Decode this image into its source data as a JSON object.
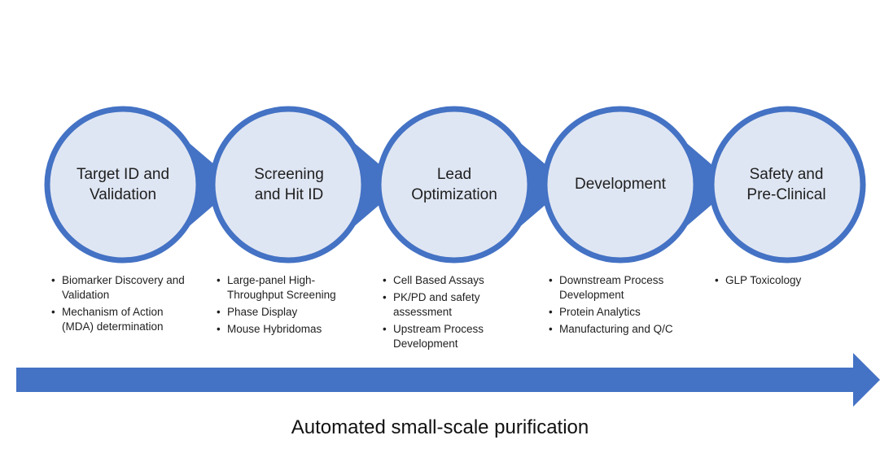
{
  "colors": {
    "stage_fill": "#dfe6f3",
    "stage_stroke": "#4472c4",
    "arrow": "#4472c4"
  },
  "stages": [
    {
      "title_lines": [
        "Target ID and",
        "Validation"
      ],
      "bullets": [
        "Biomarker Discovery and Validation",
        "Mechanism of Action (MDA) determination"
      ]
    },
    {
      "title_lines": [
        "Screening",
        "and Hit ID"
      ],
      "bullets": [
        "Large-panel High-Throughput Screening",
        "Phase Display",
        "Mouse Hybridomas"
      ]
    },
    {
      "title_lines": [
        "Lead",
        "Optimization"
      ],
      "bullets": [
        "Cell Based Assays",
        "PK/PD and safety assessment",
        "Upstream Process Development"
      ]
    },
    {
      "title_lines": [
        "Development"
      ],
      "bullets": [
        "Downstream Process Development",
        "Protein Analytics",
        "Manufacturing and Q/C"
      ]
    },
    {
      "title_lines": [
        "Safety and",
        "Pre-Clinical"
      ],
      "bullets": [
        "GLP Toxicology"
      ]
    }
  ],
  "caption": "Automated small-scale purification"
}
